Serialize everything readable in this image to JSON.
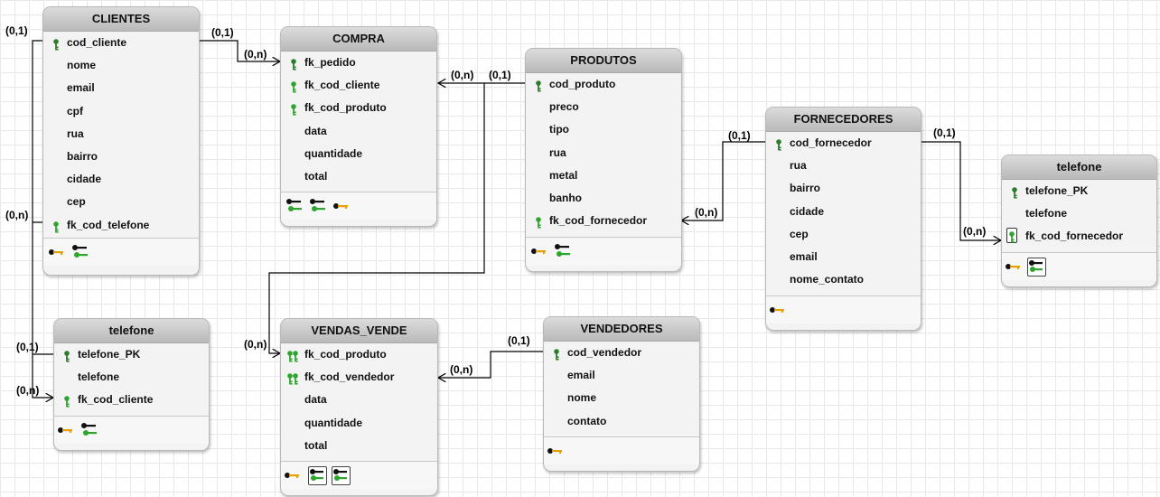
{
  "entities": {
    "clientes": {
      "title": "CLIENTES",
      "fields": [
        "cod_cliente",
        "nome",
        "email",
        "cpf",
        "rua",
        "bairro",
        "cidade",
        "cep",
        "fk_cod_telefone"
      ]
    },
    "compra": {
      "title": "COMPRA",
      "fields": [
        "fk_pedido",
        "fk_cod_cliente",
        "fk_cod_produto",
        "data",
        "quantidade",
        "total"
      ]
    },
    "produtos": {
      "title": "PRODUTOS",
      "fields": [
        "cod_produto",
        "preco",
        "tipo",
        "rua",
        "metal",
        "banho",
        "fk_cod_fornecedor"
      ]
    },
    "fornecedores": {
      "title": "FORNECEDORES",
      "fields": [
        "cod_fornecedor",
        "rua",
        "bairro",
        "cidade",
        "cep",
        "email",
        "nome_contato"
      ]
    },
    "telefone_right": {
      "title": "telefone",
      "fields": [
        "telefone_PK",
        "telefone",
        "fk_cod_fornecedor"
      ]
    },
    "telefone_left": {
      "title": "telefone",
      "fields": [
        "telefone_PK",
        "telefone",
        "fk_cod_cliente"
      ]
    },
    "vendas_vende": {
      "title": "VENDAS_VENDE",
      "fields": [
        "fk_cod_produto",
        "fk_cod_vendedor",
        "data",
        "quantidade",
        "total"
      ]
    },
    "vendedores": {
      "title": "VENDEDORES",
      "fields": [
        "cod_vendedor",
        "email",
        "nome",
        "contato"
      ]
    }
  },
  "cardinalities": {
    "clientes_pk": "(0,1)",
    "clientes_fk_tel": "(0,n)",
    "clientes_to_compra_src": "(0,1)",
    "clientes_to_compra_dst": "(0,n)",
    "produtos_to_compra_dst": "(0,n)",
    "produtos_to_compra_src": "(0,1)",
    "fornecedores_src": "(0,1)",
    "produtos_fk_forn": "(0,n)",
    "forn_to_tel_src": "(0,1)",
    "forn_to_tel_dst": "(0,n)",
    "tel_left_pk": "(0,1)",
    "tel_left_fk": "(0,n)",
    "vendas_fk_prod": "(0,n)",
    "vendedores_src": "(0,1)",
    "vendas_fk_vend": "(0,n)"
  },
  "colors": {
    "pk_key": "#2a7d2a",
    "fk_key": "#2ea52e",
    "index_key": "#e6a100",
    "header_top": "#dcdcdc",
    "header_bottom": "#b9b9b9"
  }
}
